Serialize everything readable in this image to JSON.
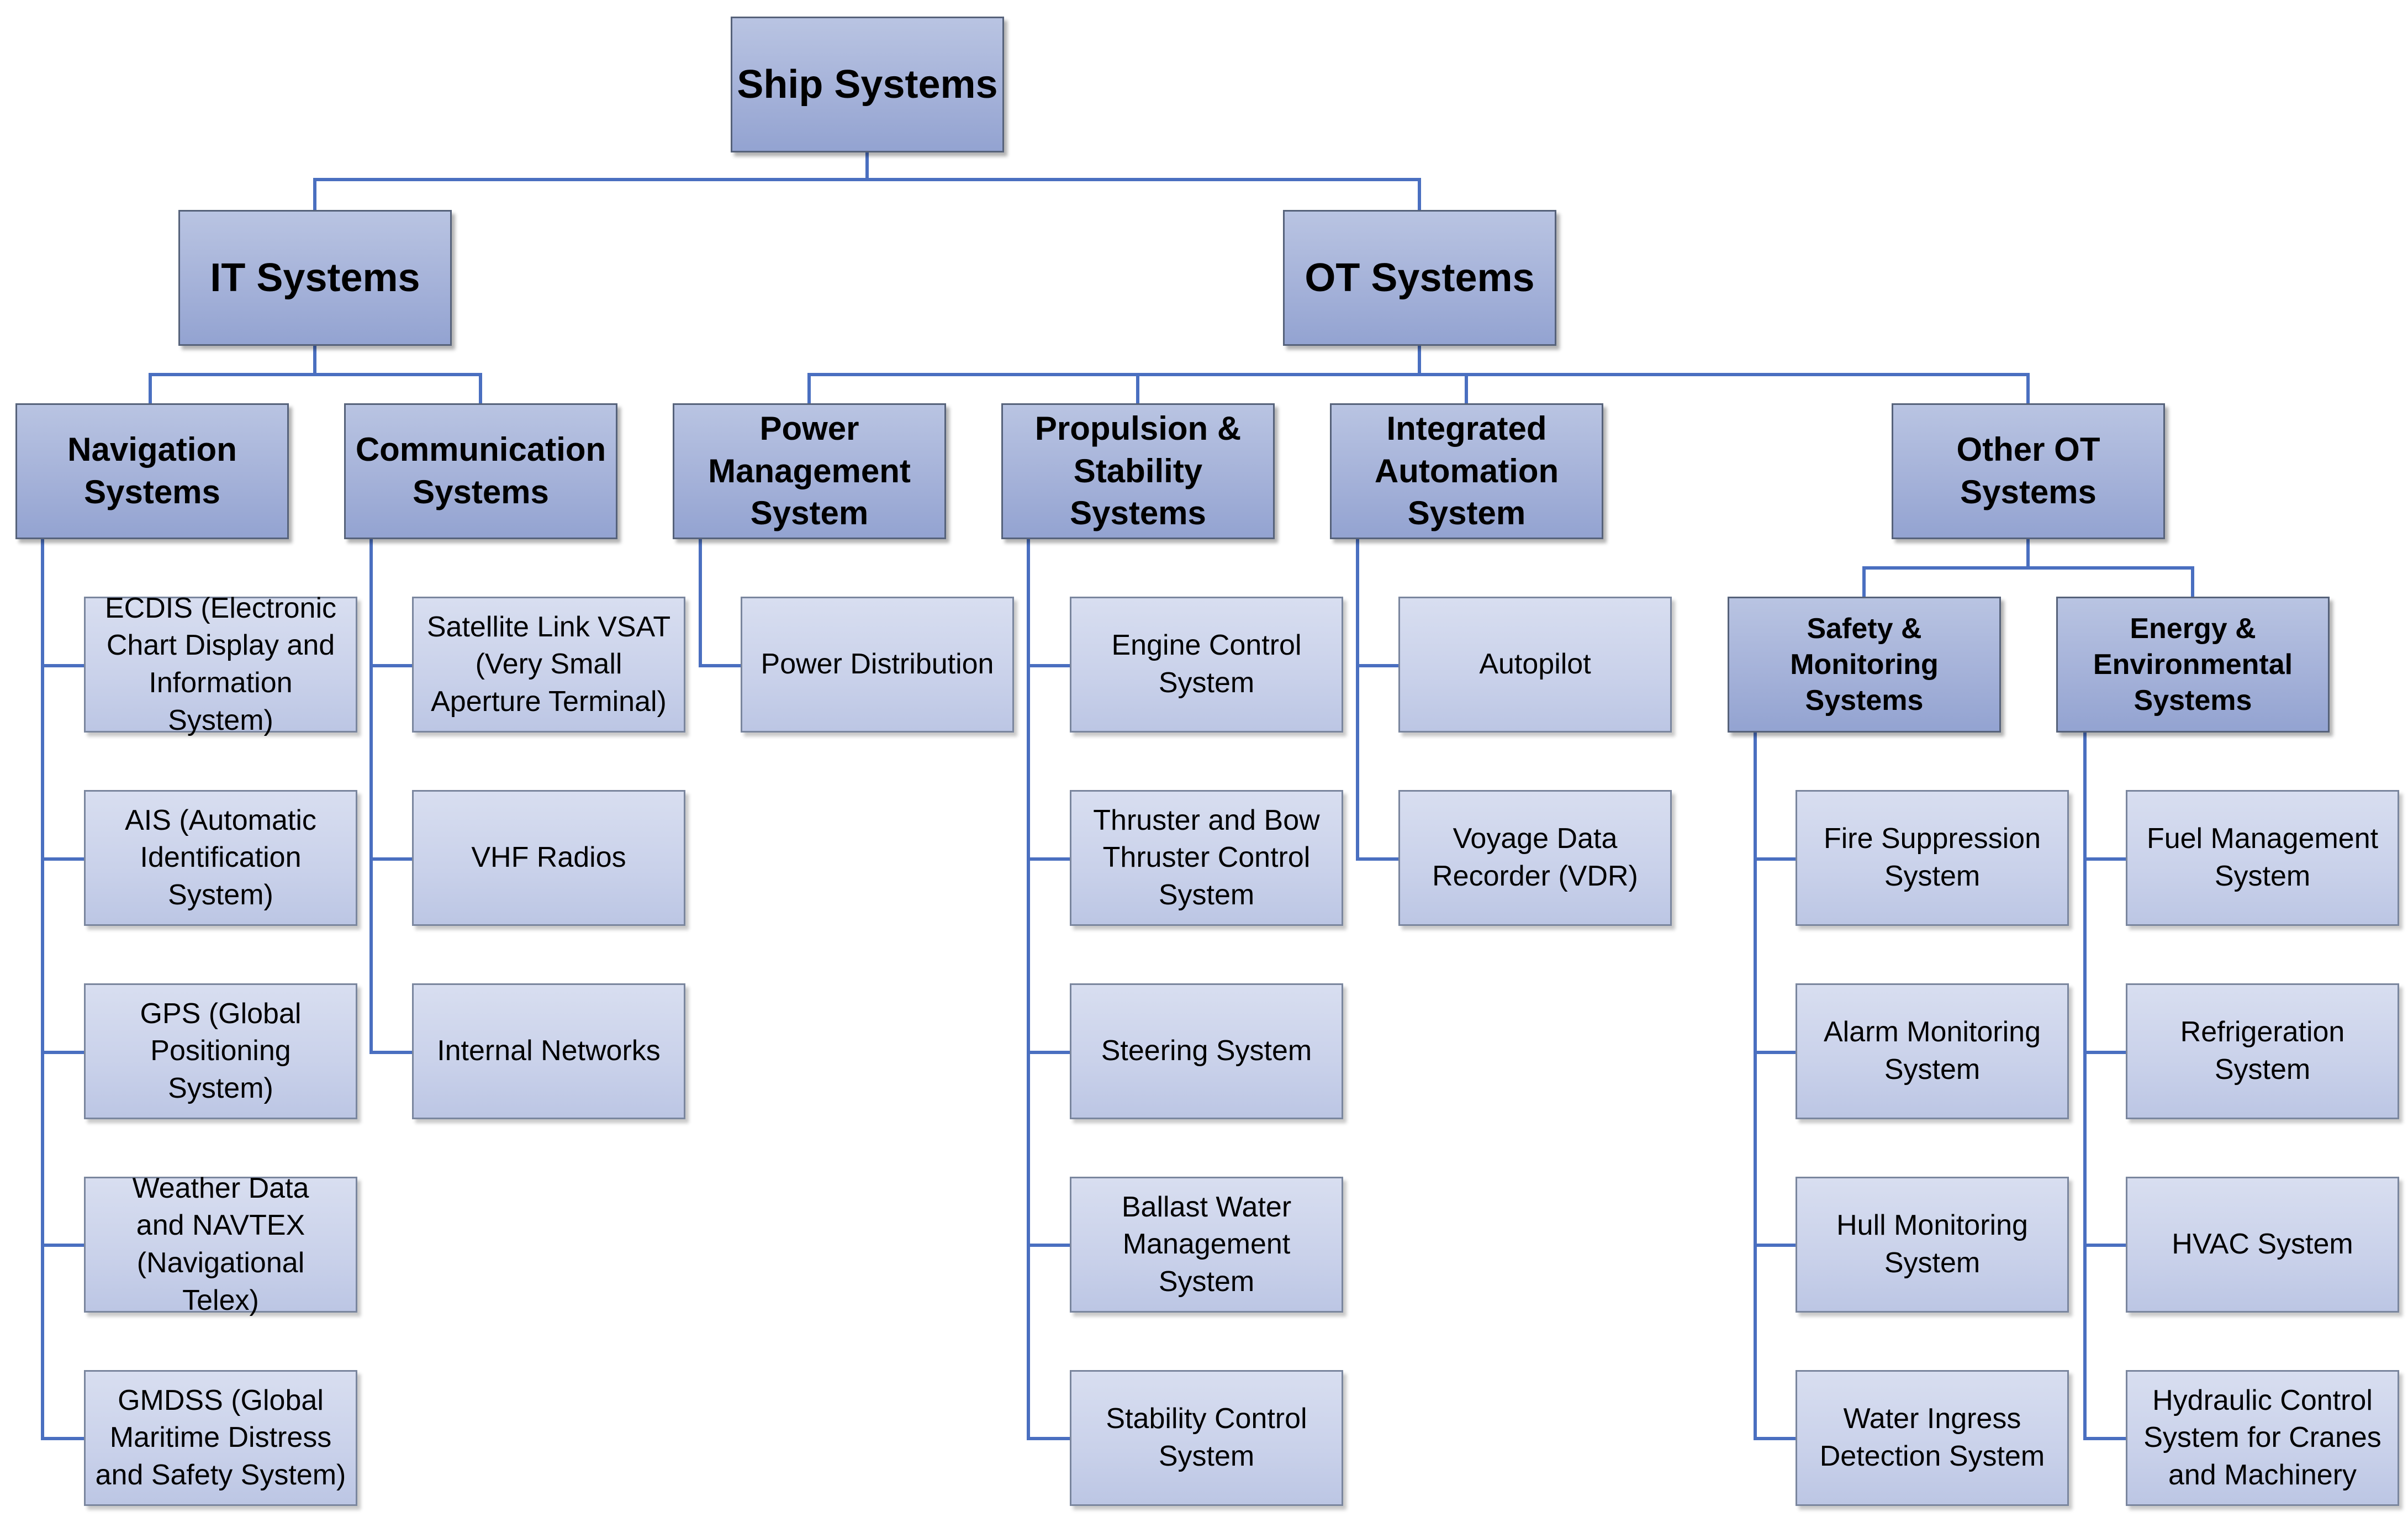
{
  "root": {
    "label": "Ship Systems"
  },
  "it": {
    "label": "IT Systems"
  },
  "ot": {
    "label": "OT Systems"
  },
  "navigation": {
    "label": "Navigation Systems",
    "items": [
      "ECDIS (Electronic Chart Display and Information System)",
      "AIS (Automatic Identification System)",
      "GPS (Global Positioning System)",
      "Weather Data and NAVTEX (Navigational Telex)",
      "GMDSS (Global Maritime Distress and Safety System)"
    ]
  },
  "communication": {
    "label": "Communication Systems",
    "items": [
      "Satellite Link VSAT (Very Small Aperture Terminal)",
      "VHF Radios",
      "Internal Networks"
    ]
  },
  "power": {
    "label": "Power Management System",
    "items": [
      "Power Distribution"
    ]
  },
  "propulsion": {
    "label": "Propulsion & Stability Systems",
    "items": [
      "Engine Control System",
      "Thruster and Bow Thruster Control System",
      "Steering System",
      "Ballast Water Management System",
      "Stability Control System"
    ]
  },
  "automation": {
    "label": "Integrated Automation System",
    "items": [
      "Autopilot",
      "Voyage Data Recorder (VDR)"
    ]
  },
  "other": {
    "label": "Other OT Systems"
  },
  "safety": {
    "label": "Safety & Monitoring Systems",
    "items": [
      "Fire Suppression System",
      "Alarm Monitoring System",
      "Hull Monitoring System",
      "Water Ingress Detection System"
    ]
  },
  "energy": {
    "label": "Energy & Environmental Systems",
    "items": [
      "Fuel Management System",
      "Refrigeration System",
      "HVAC System",
      "Hydraulic Control System for Cranes and Machinery"
    ]
  },
  "colors": {
    "connector": "#4a6fc0",
    "node_fill": "#a5b2d9",
    "leaf_fill": "#c9d1ea",
    "border": "#56627a"
  }
}
